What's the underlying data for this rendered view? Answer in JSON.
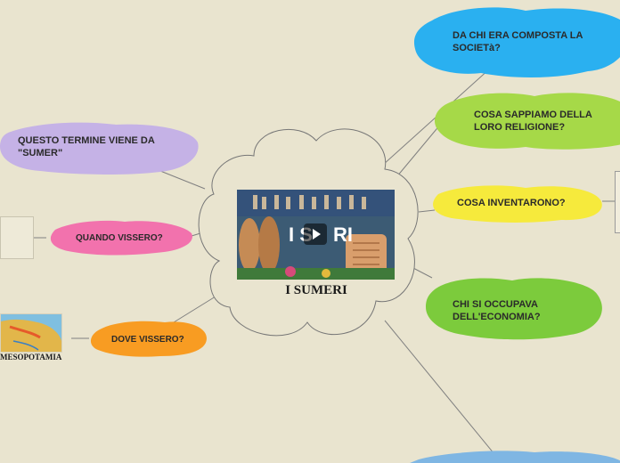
{
  "center": {
    "title": "I SUMERI",
    "video_thumbnail_text": "I SUMERI"
  },
  "topics": {
    "society": "DA CHI ERA COMPOSTA LA SOCIETà?",
    "religion": "COSA SAPPIAMO DELLA LORO RELIGIONE?",
    "inventions": "COSA INVENTARONO?",
    "economy": "CHI SI OCCUPAVA DELL'ECONOMIA?",
    "term": "QUESTO TERMINE VIENE DA \"SUMER\"",
    "when": "QUANDO VISSERO?",
    "where": "DOVE VISSERO?",
    "where_image_caption": "MESOPOTAMIA"
  },
  "colors": {
    "background": "#e9e4cf",
    "society": "#2ab0f0",
    "religion": "#a6d948",
    "inventions": "#f6ea3c",
    "economy": "#7ccb3c",
    "term": "#c5b2e6",
    "when": "#f272ad",
    "where": "#f89c22",
    "bottom": "#7fb6e3",
    "cloud_stroke": "#777777",
    "connector": "#808080"
  },
  "icons": [
    "play-icon"
  ]
}
